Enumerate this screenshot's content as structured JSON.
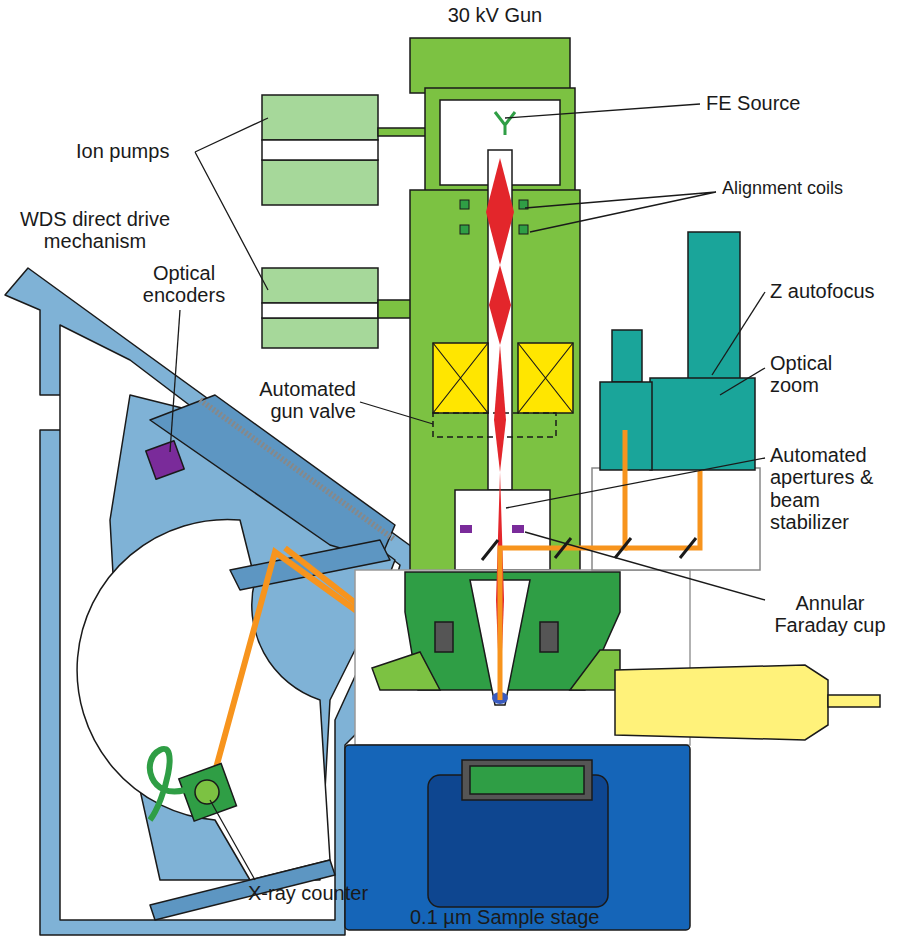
{
  "diagram": {
    "labels": [
      "30 kV Gun",
      "FE Source",
      "Ion pumps",
      "Alignment coils",
      "WDS direct drive mechanism",
      "Optical encoders",
      "Automated gun valve",
      "Z autofocus",
      "Optical zoom",
      "Automated apertures & beam stabilizer",
      "Annular Faraday cup",
      "X-ray counter",
      "0.1 µm Sample stage"
    ]
  }
}
